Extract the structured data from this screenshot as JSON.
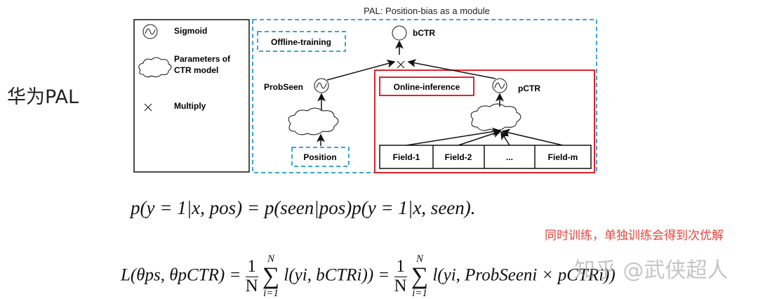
{
  "side_label": "华为PAL",
  "diagram": {
    "title": "PAL: Position-bias as a module",
    "legend": {
      "sigmoid": "Sigmoid",
      "params_line1": "Parameters of",
      "params_line2": "CTR model",
      "multiply": "Multiply"
    },
    "offline_training": "Offline-training",
    "online_inference": "Online-inference",
    "bctr": "bCTR",
    "pctr": "pCTR",
    "probseen": "ProbSeen",
    "position": "Position",
    "fields": [
      "Field-1",
      "Field-2",
      "...",
      "Field-m"
    ],
    "colors": {
      "dashed": "#3aa6d0",
      "red": "#e0232b"
    }
  },
  "equations": {
    "eq1": "p(y = 1|x, pos) = p(seen|pos)p(y = 1|x, seen).",
    "eq2_lhs": "L(θps, θpCTR) =",
    "eq2_frac_num": "1",
    "eq2_frac_den": "N",
    "eq2_sum_top": "N",
    "eq2_sum_bottom": "i=1",
    "eq2_mid": "l(yi, bCTRi)) =",
    "eq2_rhs": "l(yi, ProbSeeni × pCTRi))"
  },
  "note": "同时训练，单独训练会得到次优解",
  "watermark": "知乎 @武侠超人"
}
